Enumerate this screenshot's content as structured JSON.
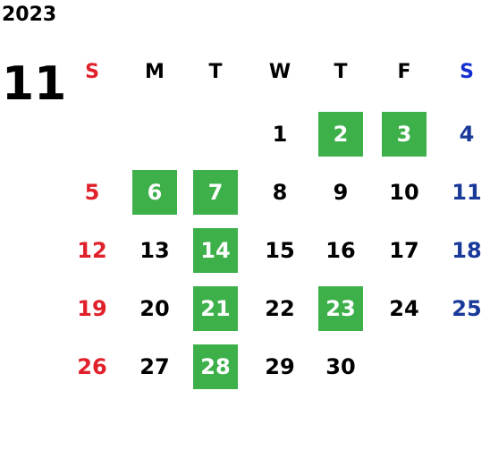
{
  "calendar": {
    "year": "2023",
    "month": "11",
    "highlight_color": "#3db04a",
    "weekdays": [
      "S",
      "M",
      "T",
      "W",
      "T",
      "F",
      "S"
    ],
    "weeks": [
      [
        {
          "day": ""
        },
        {
          "day": ""
        },
        {
          "day": ""
        },
        {
          "day": "1"
        },
        {
          "day": "2",
          "highlighted": true
        },
        {
          "day": "3",
          "highlighted": true
        },
        {
          "day": "4"
        }
      ],
      [
        {
          "day": "5"
        },
        {
          "day": "6",
          "highlighted": true
        },
        {
          "day": "7",
          "highlighted": true
        },
        {
          "day": "8"
        },
        {
          "day": "9"
        },
        {
          "day": "10"
        },
        {
          "day": "11"
        }
      ],
      [
        {
          "day": "12"
        },
        {
          "day": "13"
        },
        {
          "day": "14",
          "highlighted": true
        },
        {
          "day": "15"
        },
        {
          "day": "16"
        },
        {
          "day": "17"
        },
        {
          "day": "18"
        }
      ],
      [
        {
          "day": "19"
        },
        {
          "day": "20"
        },
        {
          "day": "21",
          "highlighted": true
        },
        {
          "day": "22"
        },
        {
          "day": "23",
          "highlighted": true
        },
        {
          "day": "24"
        },
        {
          "day": "25"
        }
      ],
      [
        {
          "day": "26"
        },
        {
          "day": "27"
        },
        {
          "day": "28",
          "highlighted": true
        },
        {
          "day": "29"
        },
        {
          "day": "30"
        },
        {
          "day": ""
        },
        {
          "day": ""
        }
      ]
    ]
  }
}
